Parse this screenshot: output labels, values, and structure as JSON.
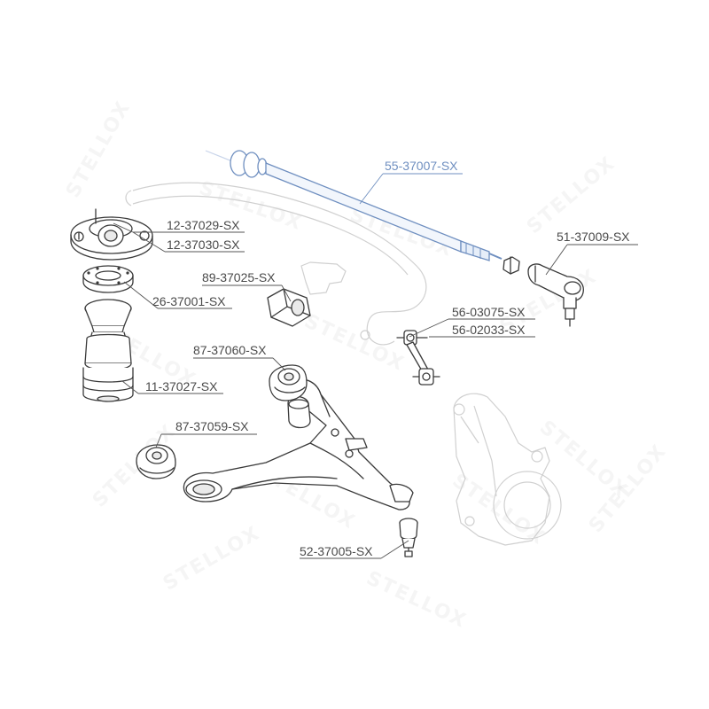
{
  "watermark": {
    "text": "STELLOX"
  },
  "colors": {
    "accent": "#6f8fc0",
    "line": "#3a3a3a",
    "ghost": "#d0d0d0",
    "label": "#4a4a4a"
  },
  "callouts": [
    {
      "id": "tie-rod",
      "label": "55-37007-SX",
      "accent": true
    },
    {
      "id": "strut-mount-1",
      "label": "12-37029-SX",
      "accent": false
    },
    {
      "id": "strut-mount-2",
      "label": "12-37030-SX",
      "accent": false
    },
    {
      "id": "tie-rod-end",
      "label": "51-37009-SX",
      "accent": false
    },
    {
      "id": "stab-bushing",
      "label": "89-37025-SX",
      "accent": false
    },
    {
      "id": "bearing",
      "label": "26-37001-SX",
      "accent": false
    },
    {
      "id": "stab-link-1",
      "label": "56-03075-SX",
      "accent": false
    },
    {
      "id": "stab-link-2",
      "label": "56-02033-SX",
      "accent": false
    },
    {
      "id": "arm-bushing-1",
      "label": "87-37060-SX",
      "accent": false
    },
    {
      "id": "bump-stop",
      "label": "11-37027-SX",
      "accent": false
    },
    {
      "id": "arm-bushing-2",
      "label": "87-37059-SX",
      "accent": false
    },
    {
      "id": "ball-joint",
      "label": "52-37005-SX",
      "accent": false
    }
  ]
}
